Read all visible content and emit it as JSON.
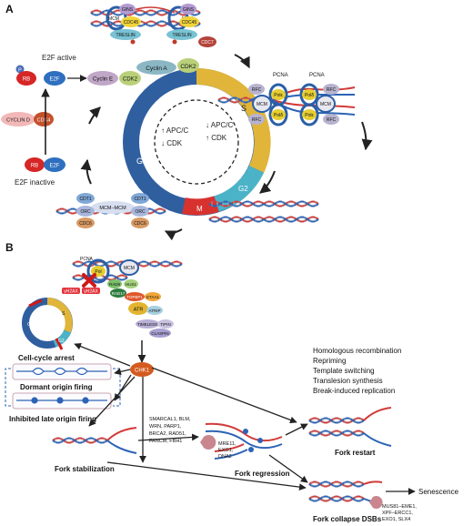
{
  "panel_a": {
    "letter": "A",
    "e2f_active": "E2F active",
    "e2f_inactive": "E2F inactive",
    "rb_p": "P",
    "rb": "RB",
    "e2f": "E2F",
    "cyclin_e": "Cyclin E",
    "cdk2": "CDK2",
    "cyclin_a": "Cyclin A",
    "cyclin_d": "CYCLIN D",
    "cdk4": "CDK4",
    "gins": "GINS",
    "mcm": "MCM",
    "cdc45": "CDC45",
    "treslin": "TRESLIN",
    "cdc7": "CDC7",
    "pcna": "PCNA",
    "rfc": "RFC",
    "pol_e": "Polε",
    "pol_d": "Polδ",
    "cdt1": "CDT1",
    "orc": "ORC",
    "cdc6": "CDC6",
    "mcm_mcm": "MCM–MCM",
    "phase_s": "S",
    "phase_g1": "G1",
    "phase_g2": "G2",
    "phase_m": "M",
    "apc_up": "↑ APC/C",
    "cdk_down": "↓ CDK",
    "apc_down": "↓ APC/C",
    "cdk_up": "↑ CDK"
  },
  "panel_b": {
    "letter": "B",
    "pcna": "PCNA",
    "pol": "Pol",
    "mcm": "MCM",
    "rad9": "RAD9",
    "rad17": "RAD17",
    "hus1": "HUS1",
    "topbp1": "TOPBP1",
    "etaa1": "ETAA1",
    "atr": "ATR",
    "atrip": "ATRIP",
    "timeless": "TIMELESS",
    "tipin": "TIPIN",
    "claspin": "CLASPIN",
    "chk1": "CHK1",
    "h2ax_1": "γH2AX",
    "h2ax_2": "γH2AX",
    "cell_cycle_arrest": "Cell-cycle arrest",
    "dormant_origin": "Dormant origin firing",
    "inhibited_late_origin": "Inhibited late origin firing",
    "fork_stabilization": "Fork stabilization",
    "fork_regression": "Fork regression",
    "fork_restart": "Fork restart",
    "fork_collapse": "Fork collapse DSBs",
    "senescence": "Senescence",
    "mre11": "MRE11,",
    "exo1": "EXO1,",
    "dna2": "DNA2",
    "stabilizers": [
      "SMARCAL1, BLM,",
      "WRN, PARP1,",
      "BRCA2, RAD51,",
      "FANCM, FBH1"
    ],
    "restart_mechanisms": [
      "Homologous recombination",
      "Repriming",
      "Template switching",
      "Translesion synthesis",
      "Break-induced replication"
    ],
    "nucleases": [
      "MUS81–EME1,",
      "XPF–ERCC1,",
      "EXO1, SLX4"
    ],
    "mini_s": "S",
    "mini_g2": "G2",
    "mini_g1": "G1"
  }
}
